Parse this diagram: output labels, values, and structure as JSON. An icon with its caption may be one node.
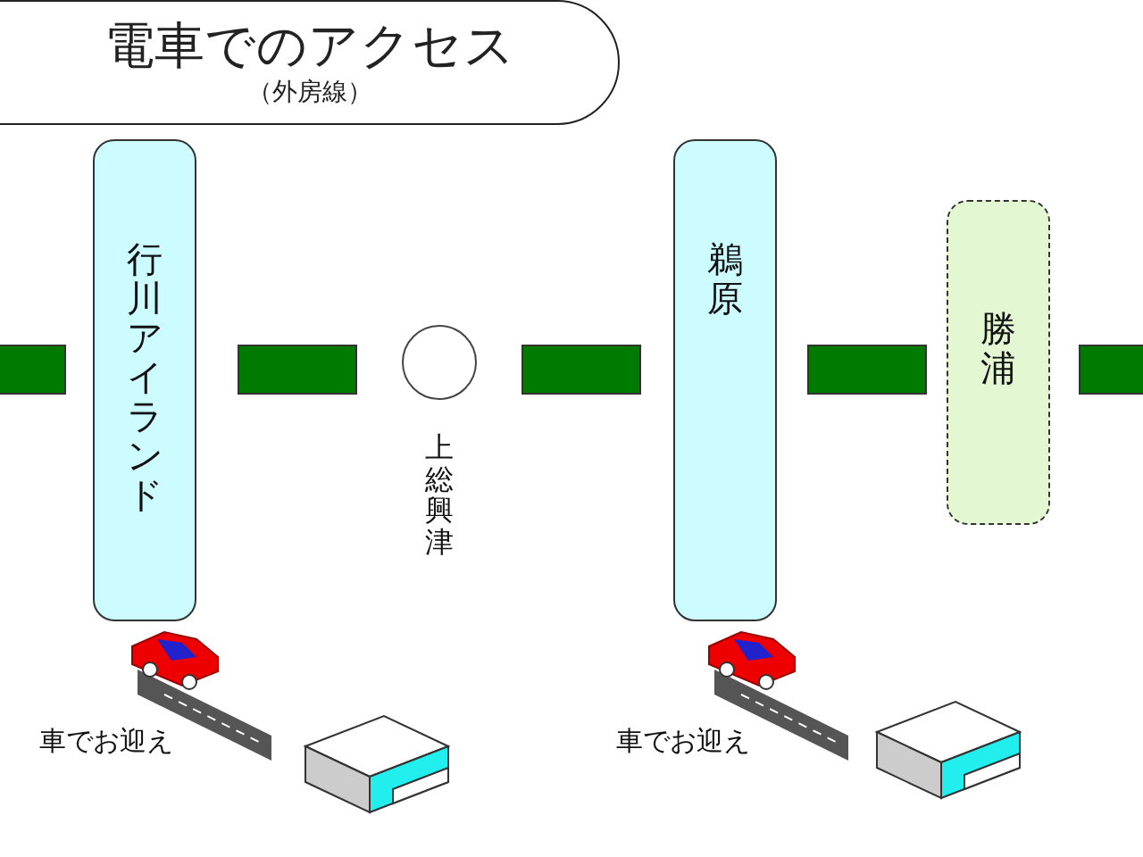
{
  "diagram": {
    "nodes": [
      {
        "text": [
          "電車でのアクセス",
          "（外房線）"
        ]
      },
      {
        "text": [
          "行川アイランド"
        ]
      },
      {
        "text": [],
        "shape": "circle",
        "beside": [
          "上総興津"
        ]
      },
      {
        "text": [
          "鵜原"
        ]
      },
      {
        "text": [
          "勝浦"
        ]
      }
    ],
    "labels": [
      "車でお迎え",
      "車でお迎え"
    ]
  }
}
